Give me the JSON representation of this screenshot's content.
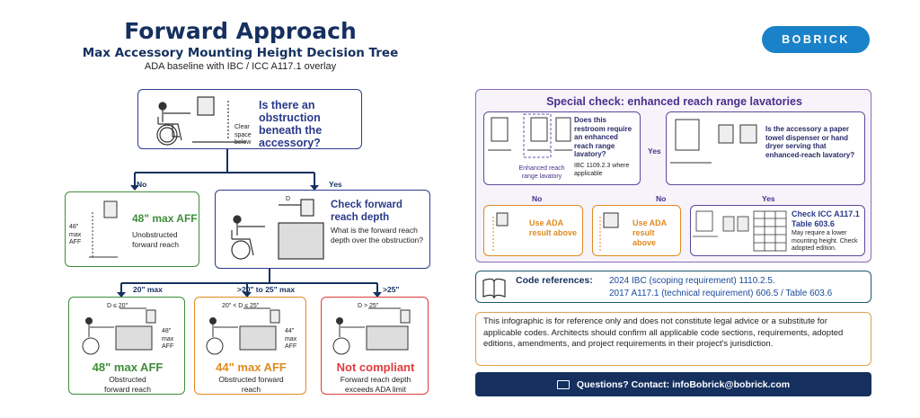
{
  "header": {
    "title": "Forward Approach",
    "subtitle": "Max Accessory Mounting Height Decision Tree",
    "subtitle2": "ADA baseline with IBC / ICC A117.1 overlay"
  },
  "logo": {
    "text": "BOBRICK"
  },
  "q1": {
    "question": "Is there an obstruction beneath the accessory?",
    "clear_label": "Clear space below",
    "no": "No",
    "yes": "Yes"
  },
  "unobstructed": {
    "height": "48\" max AFF",
    "desc": "Unobstructed forward reach",
    "dim": "48\" max AFF"
  },
  "q2": {
    "question": "Check forward reach depth",
    "desc": "What is the forward reach depth over the obstruction?",
    "dim": "D"
  },
  "branches": {
    "b1": "20\" max",
    "b2": ">20\" to 25\" max",
    "b3": ">25\""
  },
  "result1": {
    "dim_top": "D ≤ 20\"",
    "dim_side": "48\" max AFF",
    "height": "48\" max AFF",
    "desc": "Obstructed forward reach"
  },
  "result2": {
    "dim_top": "20\" < D ≤ 25\"",
    "dim_side": "44\" max AFF",
    "height": "44\" max AFF",
    "desc": "Obstructed forward reach"
  },
  "result3": {
    "dim_top": "D > 25\"",
    "height": "Not compliant",
    "desc": "Forward reach depth exceeds ADA limit"
  },
  "special": {
    "title": "Special check: enhanced reach range lavatories",
    "q1": "Does this restroom require an enhanced reach range lavatory?",
    "q1_note": "IBC 1109.2.3 where applicable",
    "q1_caption": "Enhanced reach range lavatory",
    "q2": "Is the accessory a paper towel dispenser or hand dryer serving that enhanced-reach lavatory?",
    "yes": "Yes",
    "no1": "No",
    "no2": "No",
    "yes2": "Yes",
    "ada1": "Use ADA result above",
    "ada2": "Use ADA result above",
    "check_title": "Check ICC A117.1 Table 603.6",
    "check_desc": "May require a lower mounting height. Check adopted edition."
  },
  "codes": {
    "label": "Code references:",
    "line1": "2024 IBC (scoping requirement) 1110.2.5.",
    "line2": "2017 A117.1 (technical requirement) 606.5 / Table 603.6"
  },
  "disclaimer": "This infographic is for reference only and does not constitute legal advice or a substitute for applicable codes. Architects should confirm all applicable code sections, requirements, adopted editions, amendments, and project requirements in their project's jurisdiction.",
  "footer": {
    "contact": "Questions? Contact: infoBobrick@bobrick.com"
  },
  "colors": {
    "navy": "#15305f",
    "green": "#3e8e3a",
    "orange": "#e08a1e",
    "red": "#e03c3c",
    "purple": "#8a6bb8",
    "logo": "#1a82c8"
  }
}
